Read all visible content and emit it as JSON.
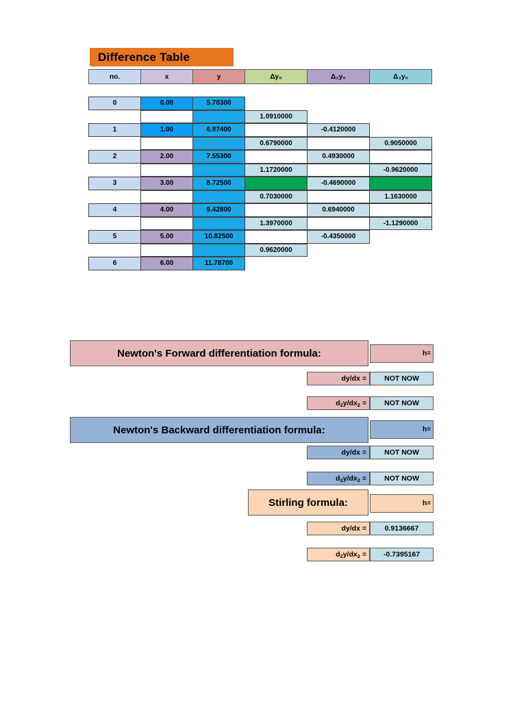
{
  "difference_table": {
    "title": "Difference Table",
    "title_color": "#E8761E",
    "headers": [
      {
        "label": "no.",
        "color": "#C6D9F0"
      },
      {
        "label": "x",
        "color": "#CCC0DA"
      },
      {
        "label": "y",
        "color": "#D99694"
      },
      {
        "label": "Δy",
        "sub": "0",
        "color": "#C3D69B"
      },
      {
        "label": "Δ",
        "pre_sub": "2",
        "label2": "y",
        "sub": "0",
        "color": "#B2A2C7"
      },
      {
        "label": "Δ",
        "pre_sub": "3",
        "label2": "y",
        "sub": "0",
        "color": "#92CDDC"
      }
    ],
    "header_texts": [
      "no.",
      "x",
      "y",
      "Δy₀",
      "Δ₂y₀",
      "Δ₃y₀"
    ],
    "rows": [
      {
        "no": "0",
        "x": "0.00",
        "y": "5.78300",
        "x_color": "#0D9DF5",
        "y_color": "#1BA8E8"
      },
      {
        "no": "1",
        "x": "1.00",
        "y": "6.87400",
        "x_color": "#0D9DF5",
        "y_color": "#1BA8E8"
      },
      {
        "no": "2",
        "x": "2.00",
        "y": "7.55300",
        "x_color": "#B2A2C7",
        "y_color": "#1BA8E8"
      },
      {
        "no": "3",
        "x": "3.00",
        "y": "8.72500",
        "x_color": "#B2A2C7",
        "y_color": "#1BA8E8"
      },
      {
        "no": "4",
        "x": "4.00",
        "y": "9.42800",
        "x_color": "#B2A2C7",
        "y_color": "#1BA8E8"
      },
      {
        "no": "5",
        "x": "5.00",
        "y": "10.82500",
        "x_color": "#B2A2C7",
        "y_color": "#1BA8E8"
      },
      {
        "no": "6",
        "x": "6.00",
        "y": "11.78700",
        "x_color": "#B2A2C7",
        "y_color": "#1BA8E8"
      }
    ],
    "delta1": [
      "1.0910000",
      "0.6790000",
      "1.1720000",
      "0.7030000",
      "1.3970000",
      "0.9620000"
    ],
    "delta2": [
      "-0.4120000",
      "0.4930000",
      "-0.4690000",
      "0.6940000",
      "-0.4350000"
    ],
    "delta3": [
      "0.9050000",
      "-0.9620000",
      "1.1630000",
      "-1.1290000"
    ],
    "highlight_color": "#00A551",
    "delta_cell_color": "#C5DFE8",
    "no_cell_color": "#C6D9F0"
  },
  "forward": {
    "heading": "Newton's Forward differentiation formula:",
    "h_label": "h=",
    "h_value": "",
    "rows": [
      {
        "label": "dy/dx =",
        "value": "NOT NOW"
      },
      {
        "label": "d₂y/dx₂ =",
        "value": "NOT NOW"
      }
    ],
    "label_color": "#E6B9B8",
    "value_color": "#C5DFE8"
  },
  "backward": {
    "heading": "Newton's Backward differentiation formula:",
    "h_label": "h=",
    "h_value": "",
    "rows": [
      {
        "label": "dy/dx =",
        "value": "NOT NOW"
      },
      {
        "label": "d₂y/dx₂ =",
        "value": "NOT NOW"
      }
    ],
    "label_color": "#95B3D7",
    "value_color": "#C5DFE8"
  },
  "stirling": {
    "heading": "Stirling formula:",
    "h_label": "h=",
    "h_value": "",
    "rows": [
      {
        "label": "dy/dx =",
        "value": "0.9136667"
      },
      {
        "label": "d₂y/dx₂ =",
        "value": "-0.7395167"
      }
    ],
    "label_color": "#FBD5B5",
    "value_color": "#C5DFE8"
  }
}
